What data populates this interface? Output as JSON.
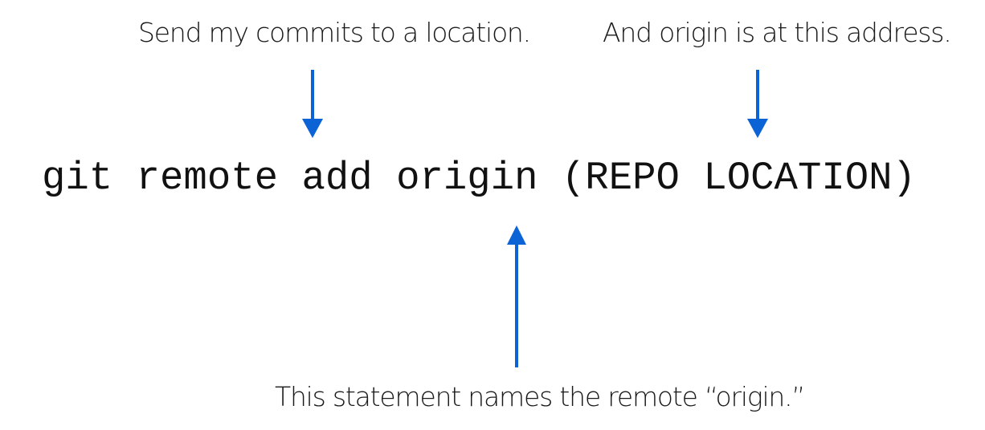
{
  "annotations": {
    "top_left": "Send my commits to a location.",
    "top_right": "And origin is at this address.",
    "bottom": "This statement names the remote “origin.”"
  },
  "command": {
    "text": "git remote add origin (REPO LOCATION)"
  },
  "colors": {
    "arrow": "#0b63d6",
    "text": "#1a1a1a"
  }
}
